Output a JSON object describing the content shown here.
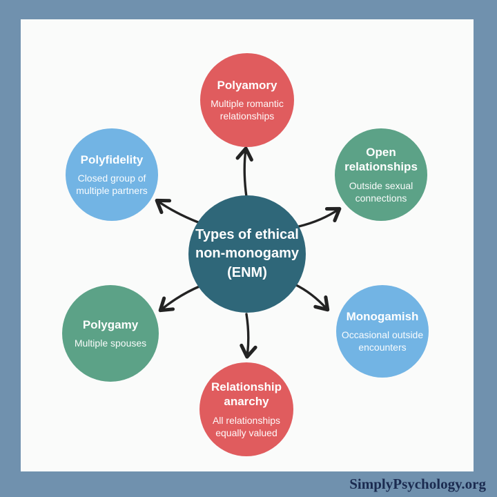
{
  "page": {
    "frame_color": "#7091AE",
    "canvas_color": "#FAFBFA",
    "watermark": "SimplyPsychology.org",
    "watermark_color": "#1B2B50"
  },
  "diagram": {
    "center": {
      "lines": [
        "Types of ethical",
        "non-monogamy",
        "(ENM)"
      ],
      "color": "#2F6779",
      "text_color": "#FFFFFF"
    },
    "nodes": [
      {
        "id": "polyamory",
        "title": "Polyamory",
        "subtitle": "Multiple romantic relationships",
        "color": "#E05C5E"
      },
      {
        "id": "open-relationships",
        "title": "Open relationships",
        "subtitle": "Outside sexual connections",
        "color": "#5CA287"
      },
      {
        "id": "monogamish",
        "title": "Monogamish",
        "subtitle": "Occasional outside encounters",
        "color": "#72B4E4"
      },
      {
        "id": "relationship-anarchy",
        "title": "Relationship anarchy",
        "subtitle": "All relationships equally valued",
        "color": "#E05C5E"
      },
      {
        "id": "polygamy",
        "title": "Polygamy",
        "subtitle": "Multiple spouses",
        "color": "#5CA287"
      },
      {
        "id": "polyfidelity",
        "title": "Polyfidelity",
        "subtitle": "Closed group of multiple partners",
        "color": "#72B4E4"
      }
    ],
    "arrow_color": "#232323",
    "arrows": [
      {
        "from": "center",
        "to": "polyamory"
      },
      {
        "from": "center",
        "to": "open-relationships"
      },
      {
        "from": "center",
        "to": "monogamish"
      },
      {
        "from": "center",
        "to": "relationship-anarchy"
      },
      {
        "from": "center",
        "to": "polygamy"
      },
      {
        "from": "center",
        "to": "polyfidelity"
      }
    ]
  }
}
